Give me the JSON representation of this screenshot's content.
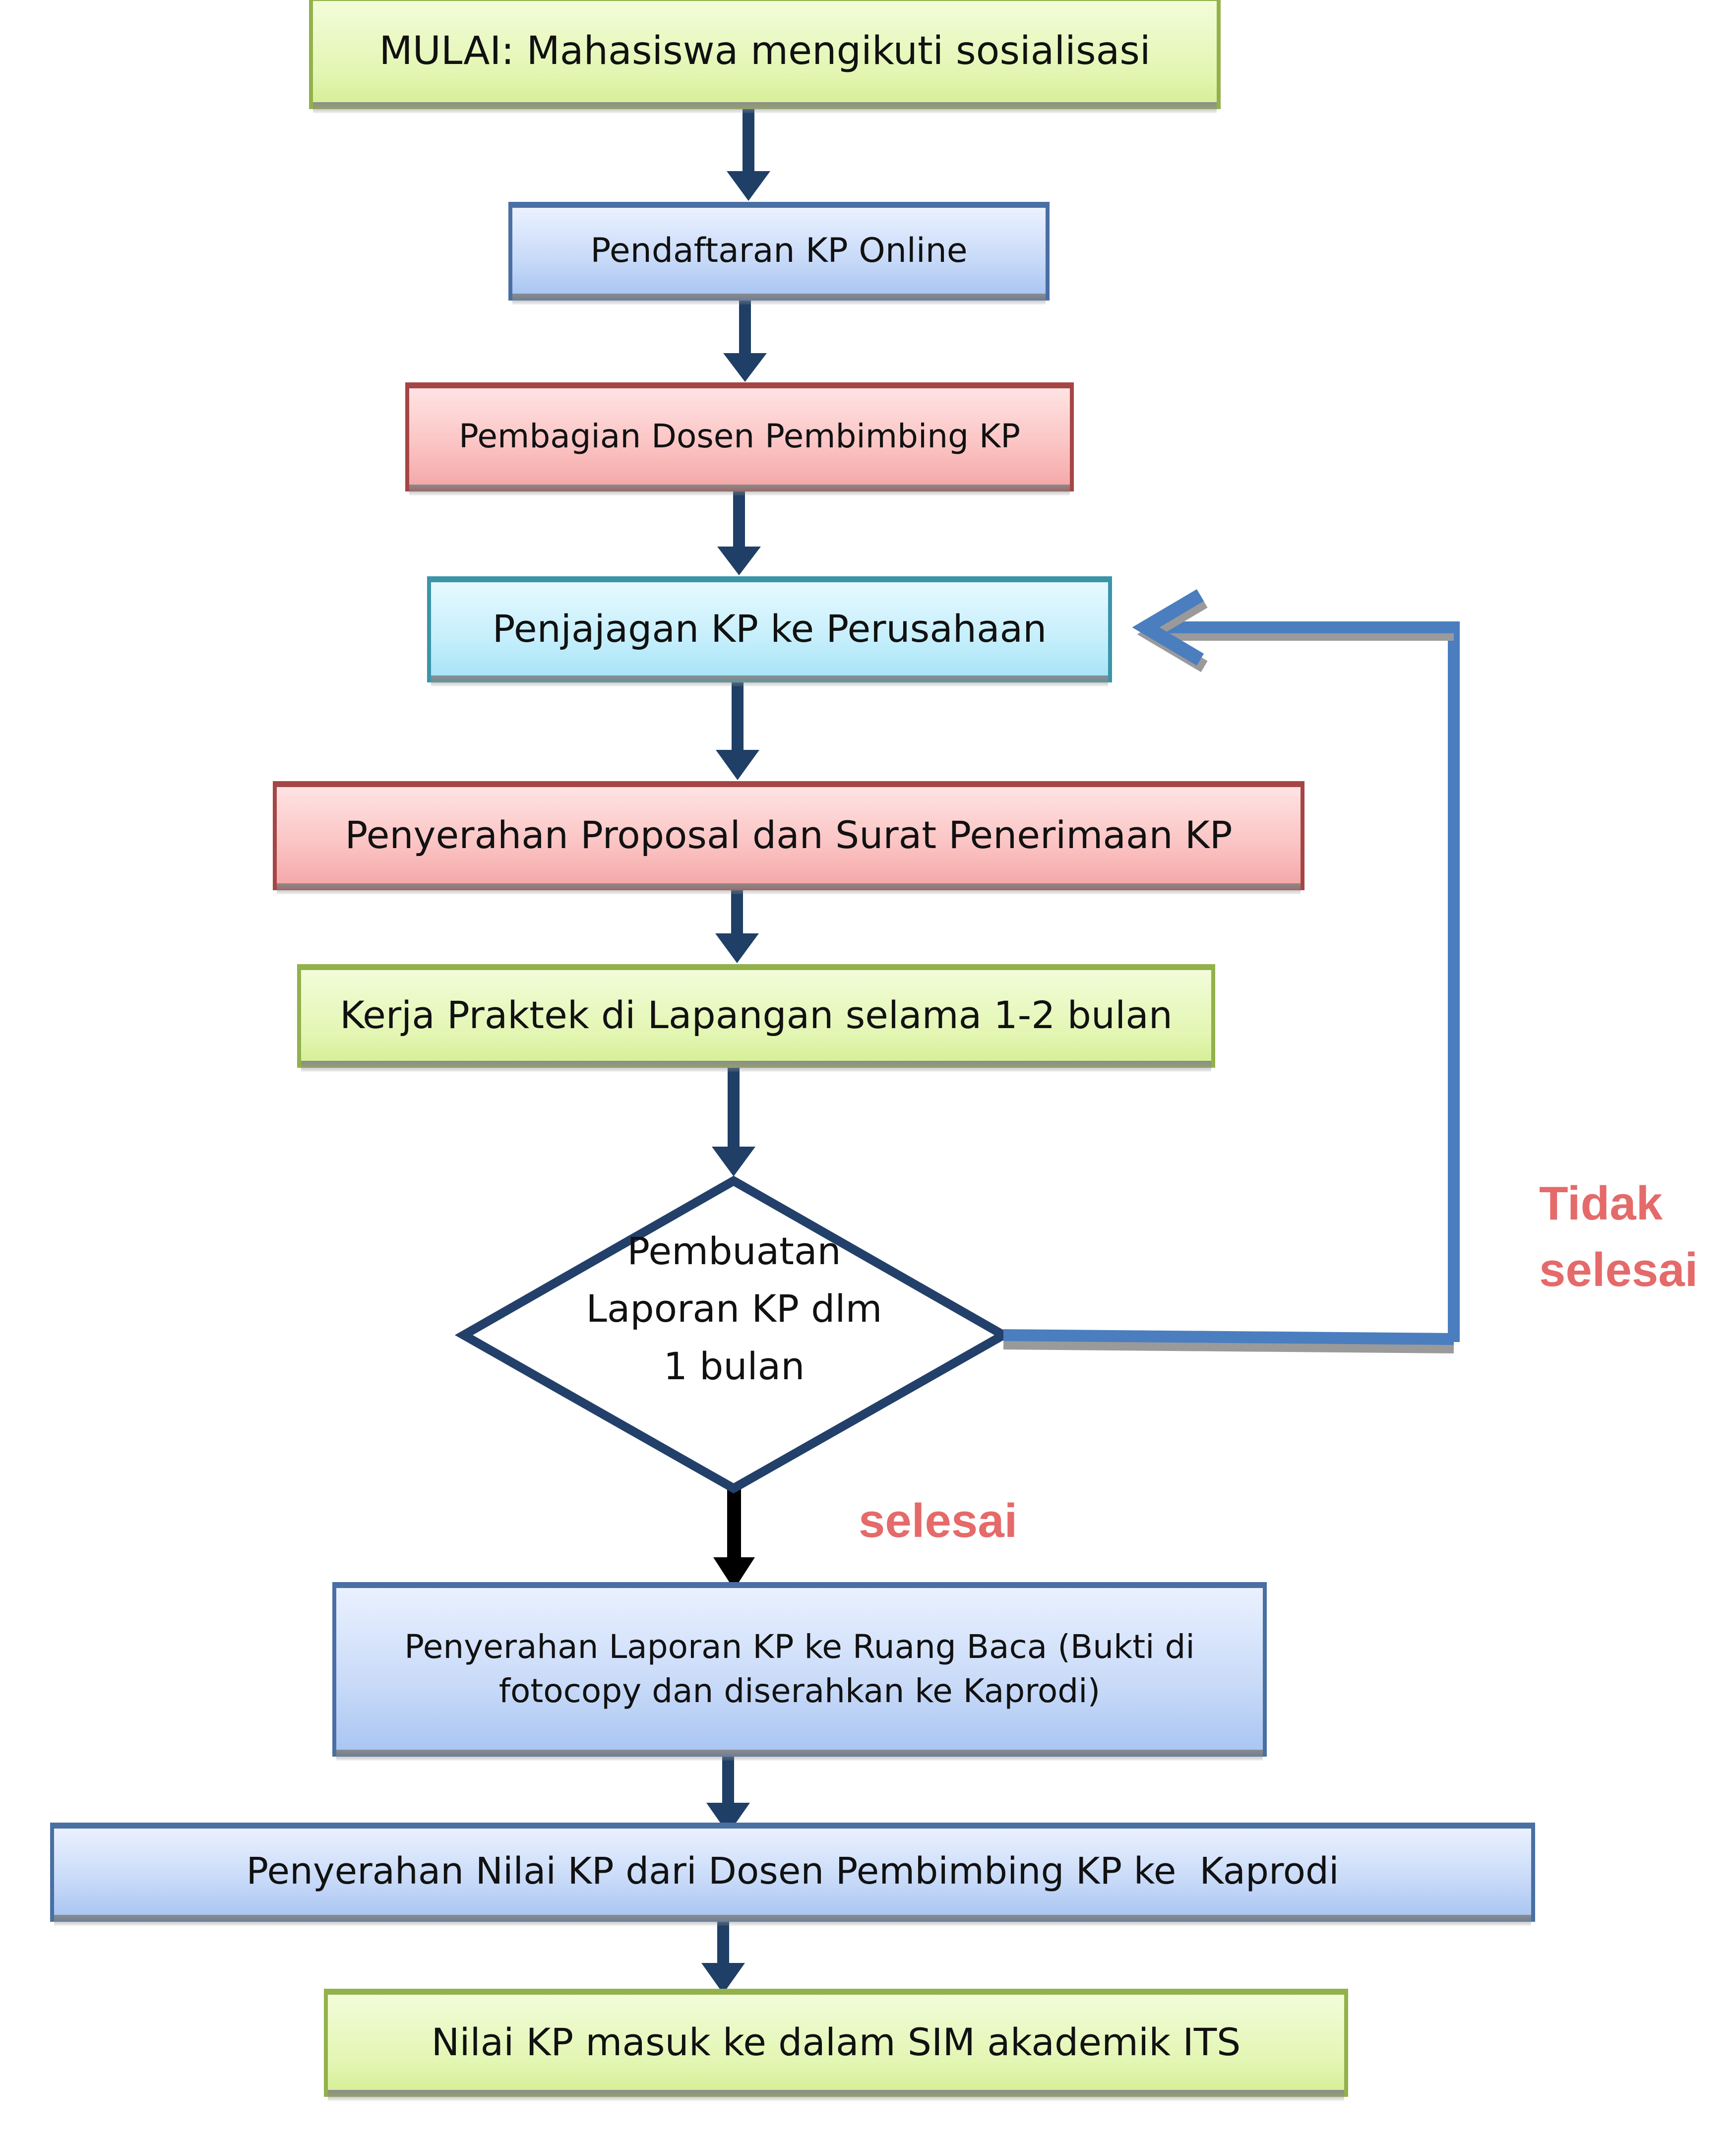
{
  "diagram": {
    "type": "flowchart",
    "steps": [
      {
        "id": "start",
        "label": "MULAI: Mahasiswa mengikuti sosialisasi",
        "color": "green"
      },
      {
        "id": "registration",
        "label": "Pendaftaran KP Online",
        "color": "blue"
      },
      {
        "id": "advisor-assignment",
        "label": "Pembagian Dosen Pembimbing KP",
        "color": "red"
      },
      {
        "id": "company-approach",
        "label": "Penjajagan KP ke Perusahaan",
        "color": "cyan"
      },
      {
        "id": "proposal-submission",
        "label": "Penyerahan Proposal dan Surat Penerimaan KP",
        "color": "red"
      },
      {
        "id": "field-work",
        "label": "Kerja Praktek di Lapangan selama 1-2 bulan",
        "color": "green"
      },
      {
        "id": "report-submission",
        "label": "Penyerahan Laporan KP ke Ruang Baca (Bukti di fotocopy dan diserahkan ke Kaprodi)",
        "color": "blue"
      },
      {
        "id": "grade-submission",
        "label": "Penyerahan Nilai KP dari Dosen Pembimbing KP ke  Kaprodi",
        "color": "blue"
      },
      {
        "id": "grade-entry",
        "label": "Nilai KP masuk ke dalam SIM akademik ITS",
        "color": "green"
      }
    ],
    "decision": {
      "lines": [
        "Pembuatan",
        "Laporan KP dlm",
        "1 bulan"
      ]
    },
    "branches": {
      "no": {
        "lines": [
          "Tidak",
          "selesai"
        ]
      },
      "yes": {
        "label": "selesai"
      }
    },
    "colors": {
      "arrow": "#1f3f66",
      "loop_arrow": "#4a7ebf",
      "decision_stroke": "#23406a",
      "branch_label": "#e56a6a",
      "green_fill": "#e3f6b3",
      "green_border": "#93b14b",
      "blue_fill": "#c8daf8",
      "blue_border": "#4a6fa3",
      "red_fill": "#fbc3c3",
      "red_border": "#a64545",
      "cyan_fill": "#c6effc",
      "cyan_border": "#3b95a9"
    }
  }
}
